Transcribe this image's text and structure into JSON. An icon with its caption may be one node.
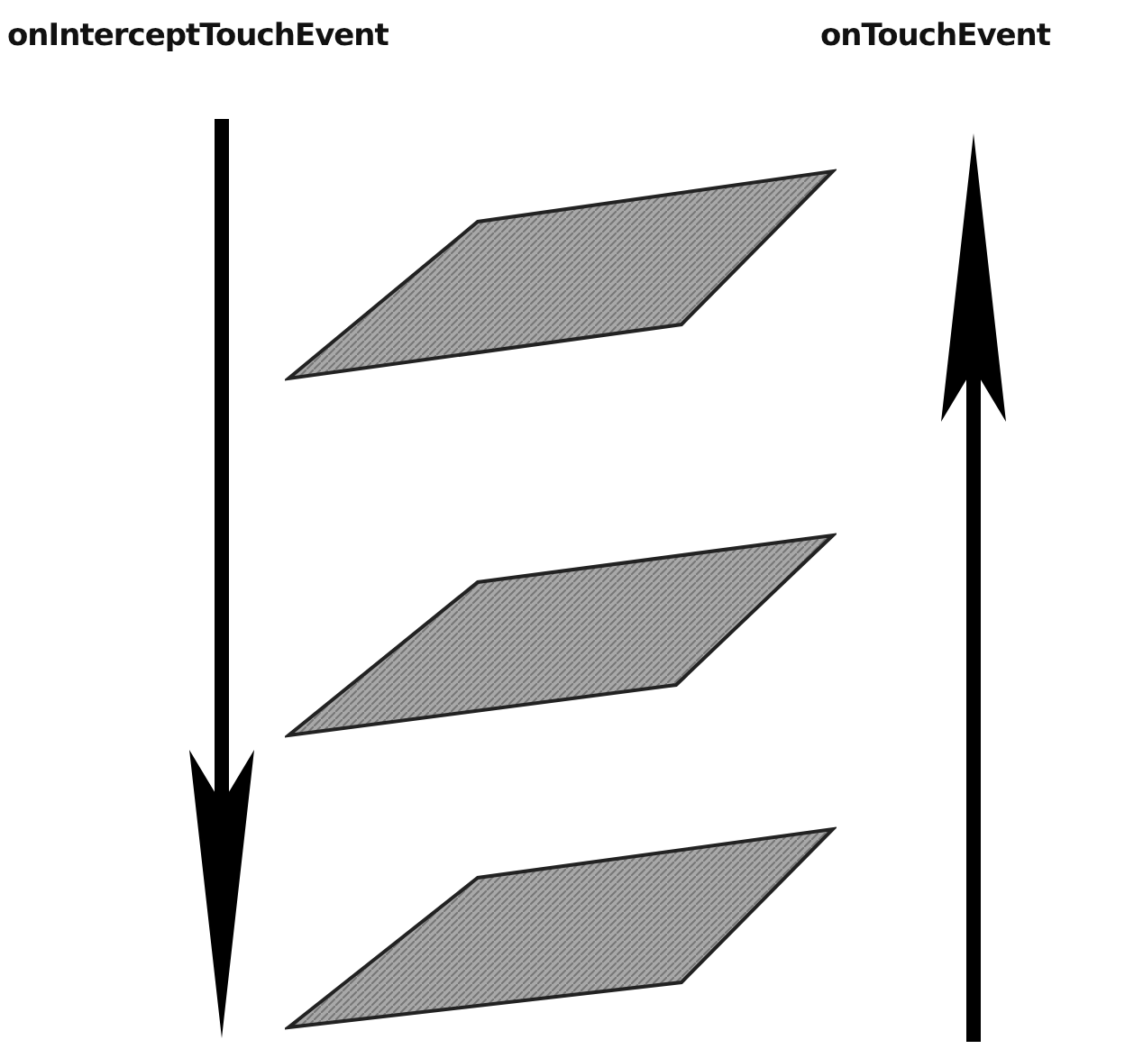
{
  "diagram": {
    "nodes": [
      {
        "text": [],
        "shape": "parallelogram"
      },
      {
        "text": [],
        "shape": "parallelogram"
      },
      {
        "text": [],
        "shape": "parallelogram"
      }
    ],
    "labels": [
      "onInterceptTouchEvent",
      "onTouchEvent"
    ]
  }
}
